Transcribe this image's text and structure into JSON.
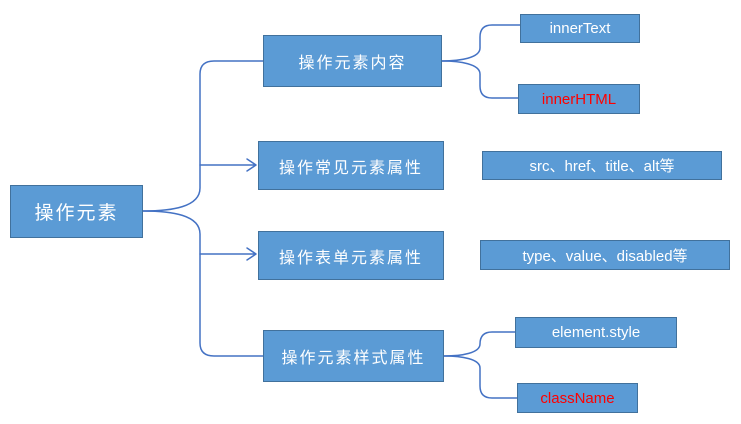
{
  "diagram": {
    "title": "DOM element manipulation mind map",
    "root": {
      "label": "操作元素"
    },
    "branches": [
      {
        "label": "操作元素内容",
        "connector": "brace",
        "children": [
          {
            "label": "innerText",
            "text_color": "#FFFFFF"
          },
          {
            "label": "innerHTML",
            "text_color": "#FF0000"
          }
        ]
      },
      {
        "label": "操作常见元素属性",
        "connector": "arrow",
        "children": [
          {
            "label": "src、href、title、alt等",
            "text_color": "#FFFFFF"
          }
        ]
      },
      {
        "label": "操作表单元素属性",
        "connector": "arrow",
        "children": [
          {
            "label": "type、value、disabled等",
            "text_color": "#FFFFFF"
          }
        ]
      },
      {
        "label": "操作元素样式属性",
        "connector": "brace",
        "children": [
          {
            "label": "element.style",
            "text_color": "#FFFFFF"
          },
          {
            "label": "className",
            "text_color": "#FF0000"
          }
        ]
      }
    ],
    "colors": {
      "box_fill": "#5B9BD5",
      "box_border": "#41719C",
      "connector": "#4472C4",
      "text_default": "#FFFFFF",
      "text_highlight": "#FF0000",
      "background": "#FFFFFF"
    }
  }
}
